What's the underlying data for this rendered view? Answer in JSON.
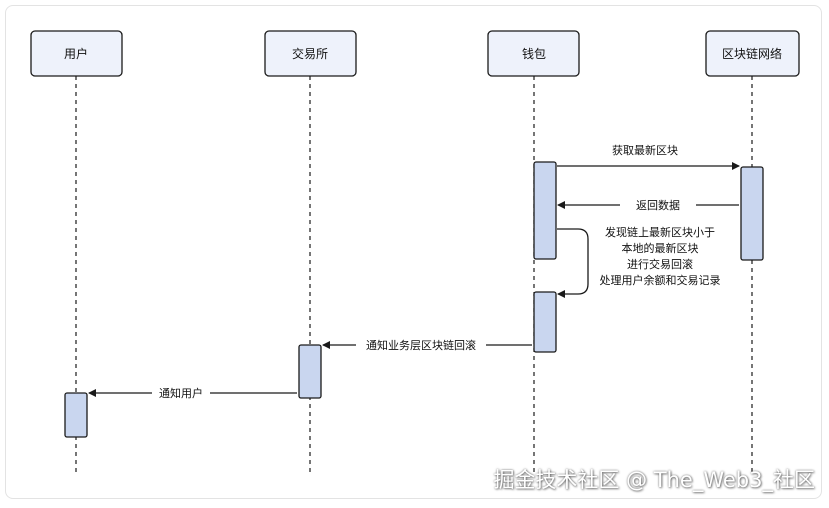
{
  "participants": [
    "用户",
    "交易所",
    "钱包",
    "区块链网络"
  ],
  "messages": {
    "get_latest_block": "获取最新区块",
    "return_data": "返回数据",
    "self_note": [
      "发现链上最新区块小于",
      "本地的最新区块",
      "进行交易回滚",
      "处理用户余额和交易记录"
    ],
    "notify_business": "通知业务层区块链回滚",
    "notify_user": "通知用户"
  },
  "watermark": "掘金技术社区 @ The_Web3_社区",
  "colors": {
    "participant_fill": "#eef2fb",
    "activation_fill": "#c9d6ef",
    "stroke": "#1a1a1a"
  }
}
